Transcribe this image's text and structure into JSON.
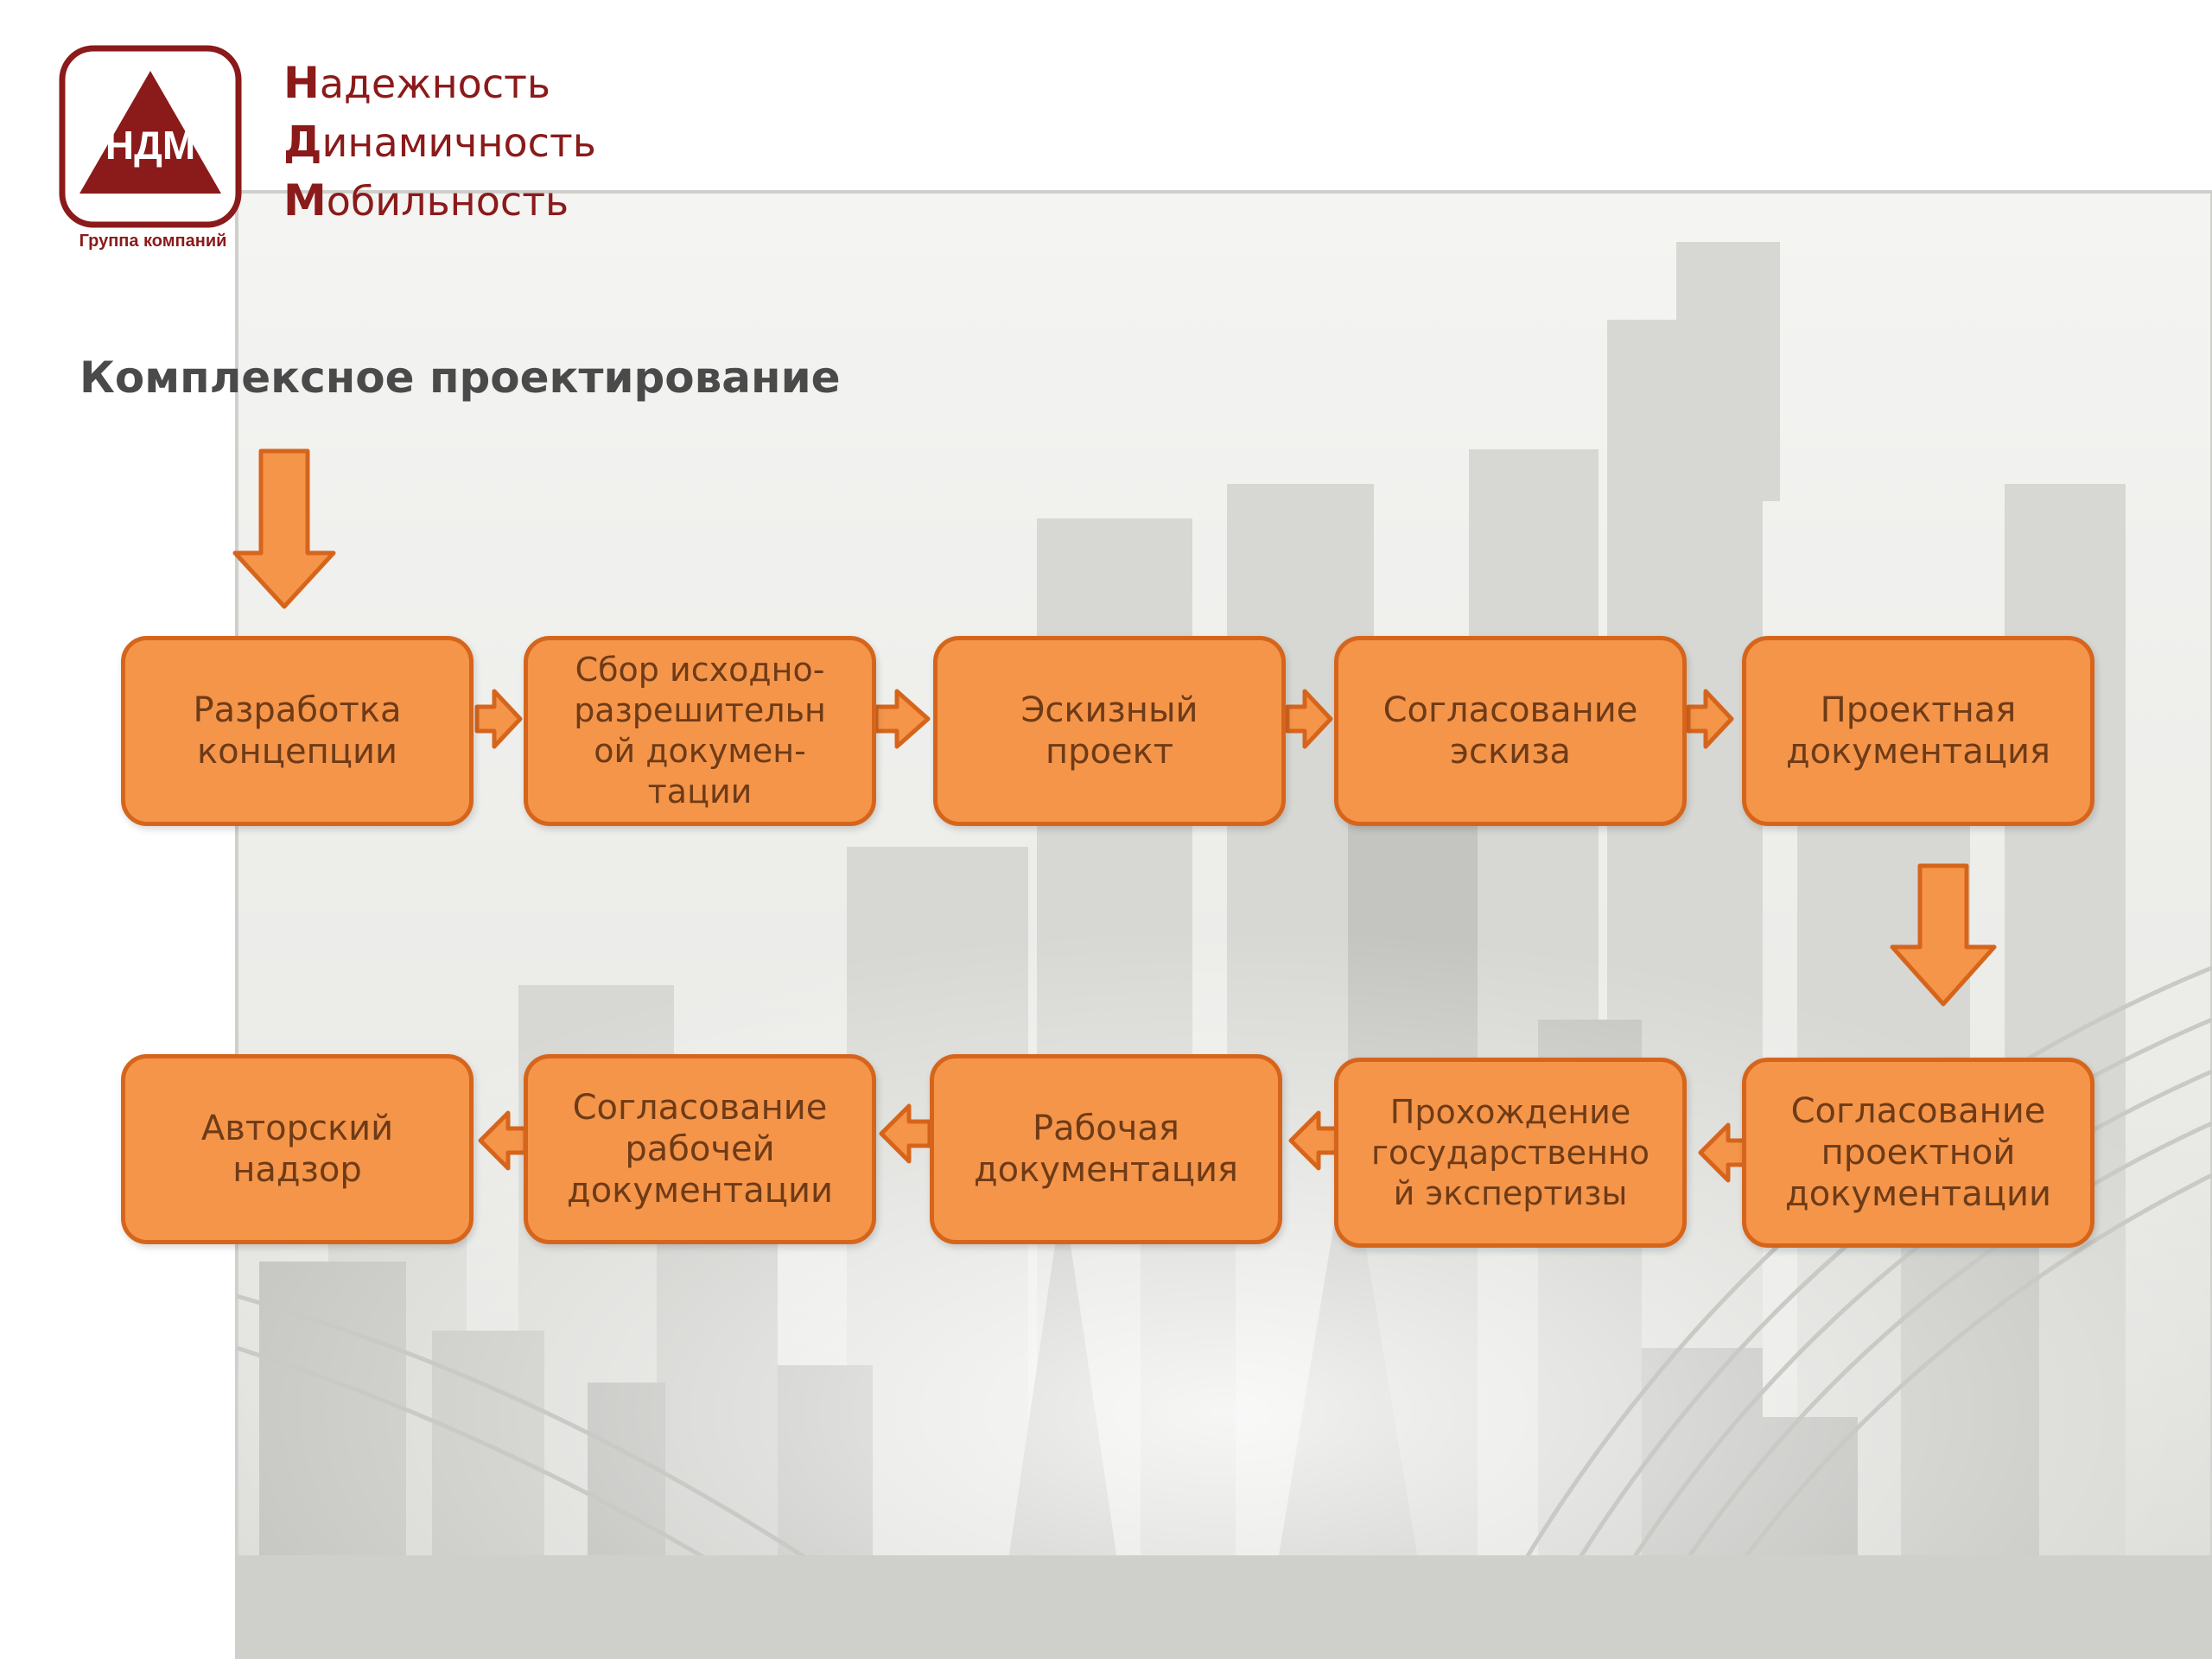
{
  "logo": {
    "mark": "НДМ",
    "caption": "Группа компаний"
  },
  "slogan": [
    {
      "initial": "Н",
      "rest": "адежность"
    },
    {
      "initial": "Д",
      "rest": "инамичность"
    },
    {
      "initial": "М",
      "rest": "обильность"
    }
  ],
  "title": "Комплексное проектирование",
  "steps": [
    {
      "label": "Разработка\nконцепции"
    },
    {
      "label": "Сбор исходно-\nразрешительн\nой докумен-\nтации"
    },
    {
      "label": "Эскизный\nпроект"
    },
    {
      "label": "Согласование\nэскиза"
    },
    {
      "label": "Проектная\nдокументация"
    },
    {
      "label": "Согласование\nпроектной\nдокументации"
    },
    {
      "label": "Прохождение\nгосударственно\nй экспертизы"
    },
    {
      "label": "Рабочая\nдокументация"
    },
    {
      "label": "Согласование\nрабочей\nдокументации"
    },
    {
      "label": "Авторский\nнадзор"
    }
  ],
  "colors": {
    "brand": "#8b1a1a",
    "box_fill": "#f5954a",
    "box_border": "#d6651c",
    "box_text": "#6e3b17",
    "title": "#4a4a4a"
  }
}
